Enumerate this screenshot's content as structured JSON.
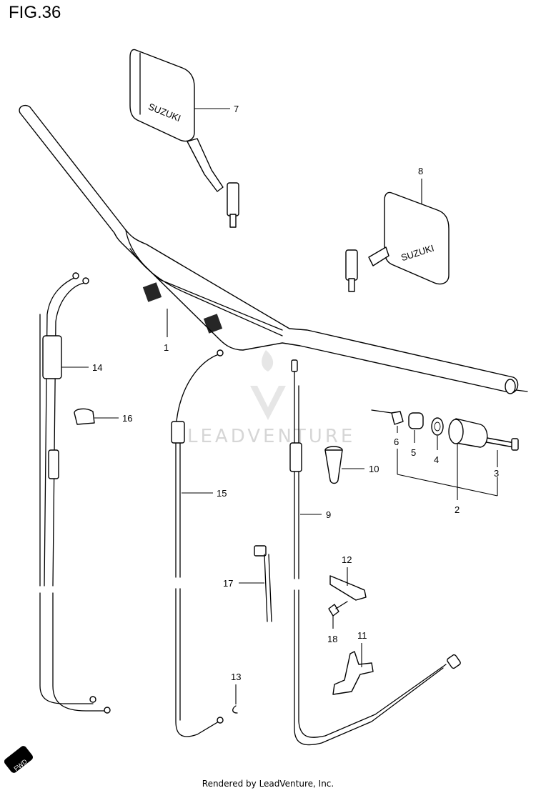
{
  "figure_title": "FIG.36",
  "footer_text": "Rendered by LeadVenture, Inc.",
  "watermark_text": "LEADVENTURE",
  "mirror_brand": "SUZUKI",
  "fwd_badge": "FWD",
  "callouts": [
    "1",
    "2",
    "3",
    "4",
    "5",
    "6",
    "7",
    "8",
    "9",
    "10",
    "11",
    "12",
    "13",
    "14",
    "15",
    "16",
    "17",
    "18"
  ]
}
